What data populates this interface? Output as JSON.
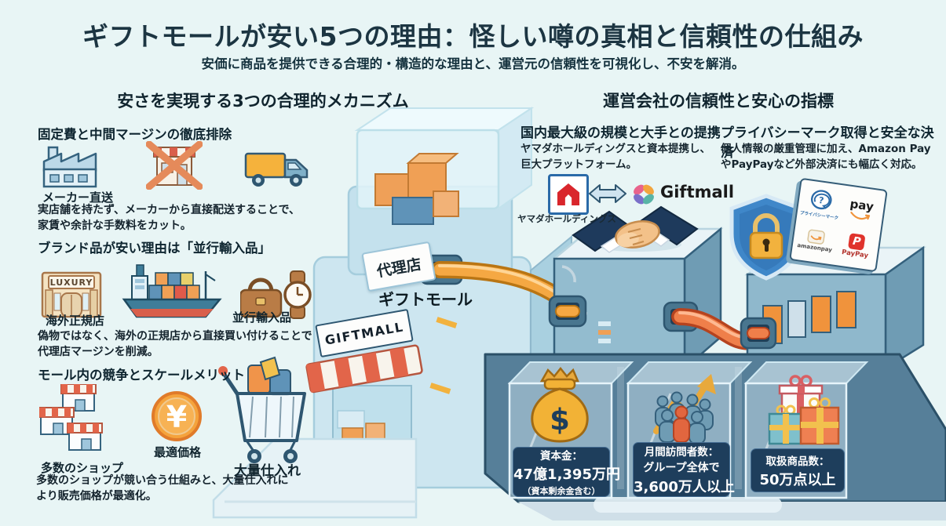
{
  "title": "ギフトモールが安い5つの理由：怪しい噂の真相と信頼性の仕組み",
  "subtitle": "安価に商品を提供できる合理的・構造的な理由と、運営元の信頼性を可視化し、不安を解消。",
  "left": {
    "header": "安さを実現する3つの合理的メカニズム",
    "b1": {
      "heading": "固定費と中間マージンの徹底排除",
      "icon_label": "メーカー直送",
      "body": "実店舗を持たず、メーカーから直接配送することで、家賃や余計な手数料をカット。"
    },
    "b2": {
      "heading": "ブランド品が安い理由は「並行輸入品」",
      "label_left": "海外正規店",
      "label_right": "並行輸入品",
      "store_sign": "LUXURY",
      "body": "偽物ではなく、海外の正規店から直接買い付けることで代理店マージンを削減。"
    },
    "b3": {
      "heading": "モール内の競争とスケールメリット",
      "label_left": "多数のショップ",
      "label_right": "最適価格",
      "body": "多数のショップが競い合う仕組みと、大量仕入れにより販売価格が最適化。"
    }
  },
  "right": {
    "header": "運営会社の信頼性と安心の指標",
    "b1": {
      "heading": "国内最大級の規模と大手との提携",
      "body": "ヤマダホールディングスと資本提携し、巨大プラットフォーム。",
      "partner_label": "ヤマダホールディングス",
      "brand_label": "Giftmall"
    },
    "b2": {
      "heading": "プライバシーマーク取得と安全な決済",
      "body": "個人情報の厳重管理に加え、Amazon PayやPayPayなど外部決済にも幅広く対応。",
      "privacy_label": "プライバシーマーク",
      "payments": {
        "amazon_pay": "pay",
        "amazonpay": "amazonpay",
        "paypay": "PayPay",
        "paypay_symbol": "P"
      }
    }
  },
  "center": {
    "agency_label": "代理店",
    "mall_label": "ギフトモール",
    "storefront_sign": "GIFTMALL",
    "bulk_label": "大量仕入れ"
  },
  "stats": [
    {
      "t": "資本金：",
      "v": "47億1,395万円",
      "n": "（資本剰余金含む）"
    },
    {
      "t": "月間訪問者数：",
      "v1": "グループ全体で",
      "v2": "3,600万人以上"
    },
    {
      "t": "取扱商品数：",
      "v": "50万点以上"
    }
  ],
  "symbols": {
    "yen": "¥",
    "dollar": "$"
  },
  "icons": [
    "factory-icon",
    "no-physical-store-icon",
    "delivery-truck-icon",
    "luxury-store-icon",
    "cargo-ship-icon",
    "handbag-watch-icon",
    "shops-cluster-icon",
    "yen-coin-icon",
    "shopping-cart-icon",
    "packages-icon",
    "handshake-icon",
    "double-arrow-icon",
    "yamada-logo-icon",
    "giftmall-logo-icon",
    "shield-lock-icon",
    "privacy-mark-icon",
    "amazon-pay-icon",
    "amazonpay-icon",
    "paypay-icon",
    "money-bag-icon",
    "visitors-growth-icon",
    "gift-boxes-icon"
  ],
  "colors": {
    "background": "#e8f5f5",
    "title_text": "#1c3542",
    "platform_teal": "#567f99",
    "stat_plate_navy": "#1e3e5c",
    "pipe_orange": "#f5a843",
    "pipe_red_orange": "#ef7f4a",
    "accent_orange": "#f0944a",
    "paypay_red": "#e0332c",
    "yamada_red": "#d9262c",
    "shield_blue": "#3f87c9"
  }
}
